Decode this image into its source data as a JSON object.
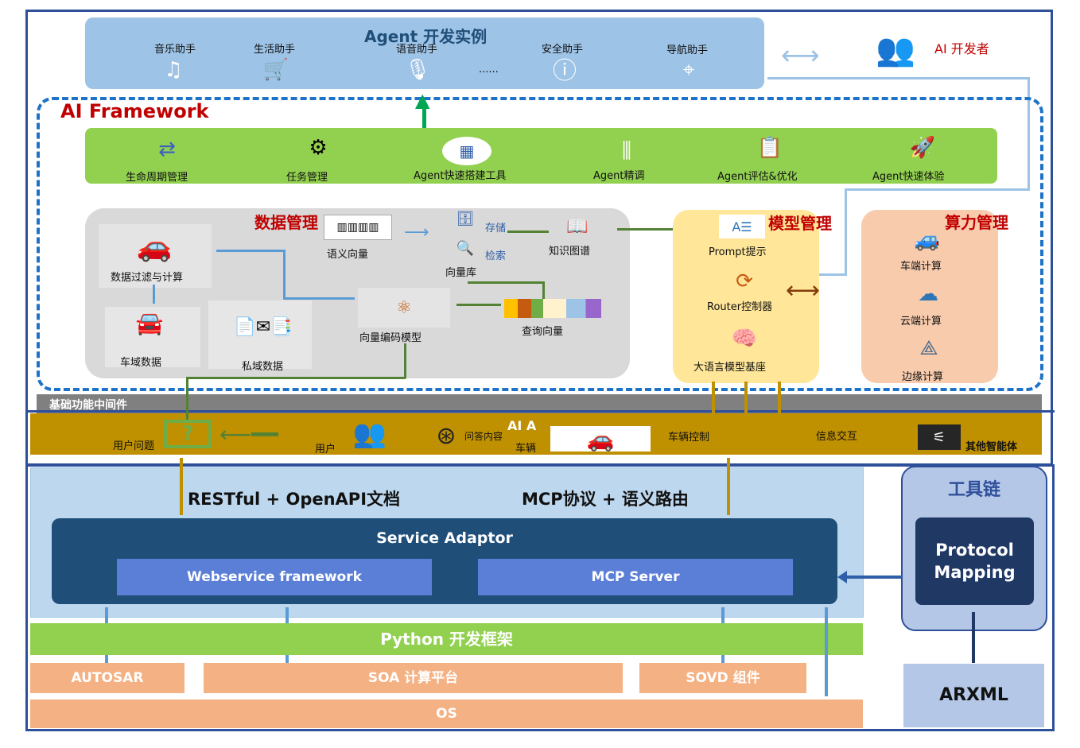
{
  "agent": {
    "title": "Agent 开发实例",
    "items": [
      "音乐助手",
      "生活助手",
      "语音助手",
      "......",
      "安全助手",
      "导航助手"
    ]
  },
  "developer": "AI 开发者",
  "framework": {
    "title": "AI Framework",
    "tools": [
      "生命周期管理",
      "任务管理",
      "Agent快速搭建工具",
      "Agent精调",
      "Agent评估&优化",
      "Agent快速体验"
    ]
  },
  "data_mgmt": {
    "title": "数据管理",
    "items": {
      "filter": "数据过滤与计算",
      "vehicle_data": "车域数据",
      "private_data": "私域数据",
      "semantic_vector": "语义向量",
      "store": "存储",
      "retrieve": "检索",
      "vector_db": "向量库",
      "knowledge_graph": "知识图谱",
      "encoder": "向量编码模型",
      "query_vector": "查询向量"
    }
  },
  "model_mgmt": {
    "title": "模型管理",
    "items": [
      "Prompt提示",
      "Router控制器",
      "大语言模型基座"
    ]
  },
  "compute_mgmt": {
    "title": "算力管理",
    "items": [
      "车端计算",
      "云端计算",
      "边缘计算"
    ]
  },
  "middleware": "基础功能中间件",
  "bus": {
    "user_question": "用户问题",
    "user": "用户",
    "qa": "问答内容",
    "ai": "AI A",
    "vehicle": "车辆",
    "vehicle_control": "车辆控制",
    "info": "信息交互",
    "other": "其他智能体"
  },
  "service": {
    "restful": "RESTful + OpenAPI文档",
    "mcp": "MCP协议 + 语义路由",
    "adaptor": "Service Adaptor",
    "webservice": "Webservice framework",
    "mcp_server": "MCP Server"
  },
  "python": "Python 开发框架",
  "platform": {
    "autosar": "AUTOSAR",
    "soa": "SOA 计算平台",
    "sovd": "SOVD 组件",
    "os": "OS"
  },
  "toolchain": {
    "title": "工具链",
    "mapping": "Protocol Mapping",
    "arxml": "ARXML"
  },
  "colors": {
    "frame": "#2e4f9a",
    "dashed": "#1e73c8",
    "agent_bg": "#9dc3e6",
    "green": "#92d050",
    "red": "#c00000",
    "gold": "#bf9000",
    "navy": "#1f4e79",
    "blue_btn": "#5b7fd6",
    "peach": "#f4b183"
  }
}
